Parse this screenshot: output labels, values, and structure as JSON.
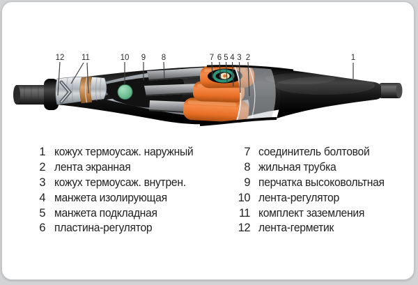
{
  "diagram": {
    "description": "Cutaway illustration of a heat-shrink cable joint (муфта кабельная) with numbered callouts",
    "callouts": [
      {
        "num": "12"
      },
      {
        "num": "11"
      },
      {
        "num": "10"
      },
      {
        "num": "9"
      },
      {
        "num": "8"
      },
      {
        "num": "7"
      },
      {
        "num": "6"
      },
      {
        "num": "5"
      },
      {
        "num": "4"
      },
      {
        "num": "3"
      },
      {
        "num": "2"
      },
      {
        "num": "1"
      }
    ]
  },
  "legend": {
    "left": [
      {
        "num": "1",
        "label": "кожух термоусаж. наружный"
      },
      {
        "num": "2",
        "label": "лента экранная"
      },
      {
        "num": "3",
        "label": "кожух термоусаж. внутрен."
      },
      {
        "num": "4",
        "label": "манжета изолирующая"
      },
      {
        "num": "5",
        "label": "манжета подкладная"
      },
      {
        "num": "6",
        "label": "пластина-регулятор"
      }
    ],
    "right": [
      {
        "num": "7",
        "label": "соединитель болтовой"
      },
      {
        "num": "8",
        "label": "жильная трубка"
      },
      {
        "num": "9",
        "label": "перчатка высоковольтная"
      },
      {
        "num": "10",
        "label": "лента-регулятор"
      },
      {
        "num": "11",
        "label": "комплект заземления"
      },
      {
        "num": "12",
        "label": "лента-герметик"
      }
    ]
  },
  "colors": {
    "page_background": "#d2d4d6",
    "card_background": "#ffffff",
    "core_orange": "#ee7a33",
    "regulator_green": "#7cc69a",
    "earthing_copper": "#c98e58",
    "shell_silver": "#b9bec4",
    "jacket_black": "#121212",
    "connector_cream": "#ede5c2",
    "ring_teal": "#2d9377"
  }
}
